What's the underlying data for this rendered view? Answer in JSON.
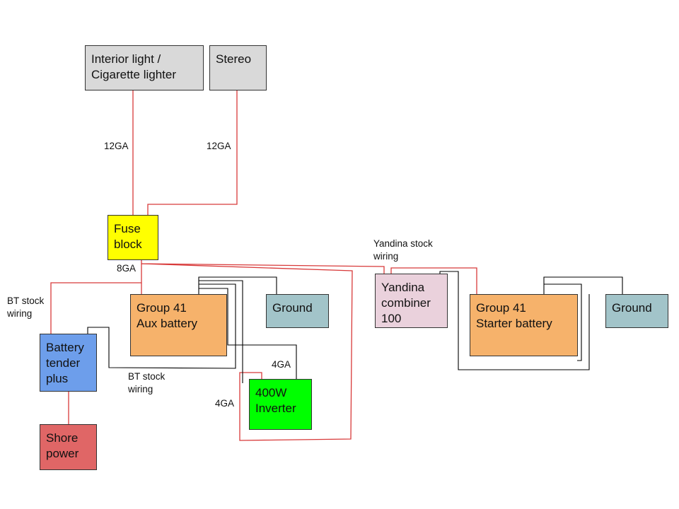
{
  "colors": {
    "positive_wire": "#d83a3a",
    "ground_wire": "#000000",
    "box_gray": "#d9d9d9",
    "fuse_yellow": "#ffff00",
    "battery_orange": "#f6b26b",
    "ground_teal": "#a2c4c9",
    "combiner_pink": "#ead1dc",
    "tender_blue": "#6d9eeb",
    "inverter_green": "#00ff00",
    "shore_red": "#e06666"
  },
  "components": {
    "interior_light": {
      "line1": "Interior light /",
      "line2": "Cigarette lighter"
    },
    "stereo": {
      "line1": "Stereo"
    },
    "fuse_block": {
      "line1": "Fuse",
      "line2": "block"
    },
    "aux_battery": {
      "line1": "Group 41",
      "line2": "Aux battery"
    },
    "ground_aux": {
      "line1": "Ground"
    },
    "combiner": {
      "line1": "Yandina",
      "line2": "combiner",
      "line3": "100"
    },
    "starter_battery": {
      "line1": "Group 41",
      "line2": "Starter battery"
    },
    "ground_starter": {
      "line1": "Ground"
    },
    "battery_tender": {
      "line1": "Battery",
      "line2": "tender",
      "line3": "plus"
    },
    "inverter": {
      "line1": "400W",
      "line2": "Inverter"
    },
    "shore_power": {
      "line1": "Shore",
      "line2": "power"
    }
  },
  "labels": {
    "gauge_interior": "12GA",
    "gauge_stereo": "12GA",
    "gauge_fuse_main": "8GA",
    "yandina_wiring": {
      "line1": "Yandina stock",
      "line2": "wiring"
    },
    "bt_wiring_left": {
      "line1": "BT stock",
      "line2": "wiring"
    },
    "bt_wiring_mid": {
      "line1": "BT stock",
      "line2": "wiring"
    },
    "gauge_inverter_ground": "4GA",
    "gauge_inverter_pos": "4GA"
  }
}
